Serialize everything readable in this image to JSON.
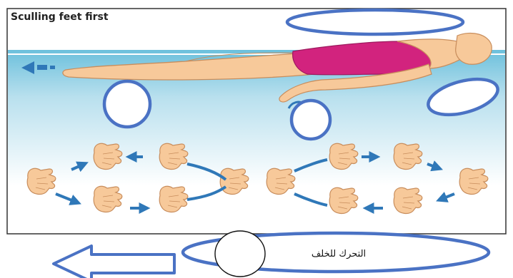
{
  "figure": {
    "title": "Sculling  feet  first",
    "caption": "التحرك للخلف"
  },
  "colors": {
    "water_top": "#dff0f6",
    "water_bottom": "#6cc0dc",
    "skin": "#f7c99a",
    "skin_outline": "#c88d5c",
    "swimsuit": "#d2237e",
    "arrow_blue": "#2f78b8",
    "ellipse_blue": "#4a72c4",
    "frame": "#333333"
  },
  "icons": [
    "swimmer-figure",
    "sculling-hand-icon",
    "motion-arrow-icon",
    "back-arrow-icon"
  ]
}
